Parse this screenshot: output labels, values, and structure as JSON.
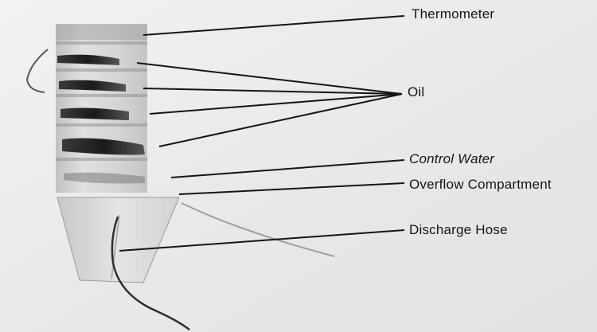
{
  "labels": {
    "thermometer": "Thermometer",
    "oil": "Oil",
    "control_water": "Control Water",
    "overflow_compartment": "Overflow Compartment",
    "discharge_hose": "Discharge Hose"
  },
  "colors": {
    "background": "#ececec",
    "leader_lines": "#151515",
    "oil_layer": "#1c1c1c"
  }
}
